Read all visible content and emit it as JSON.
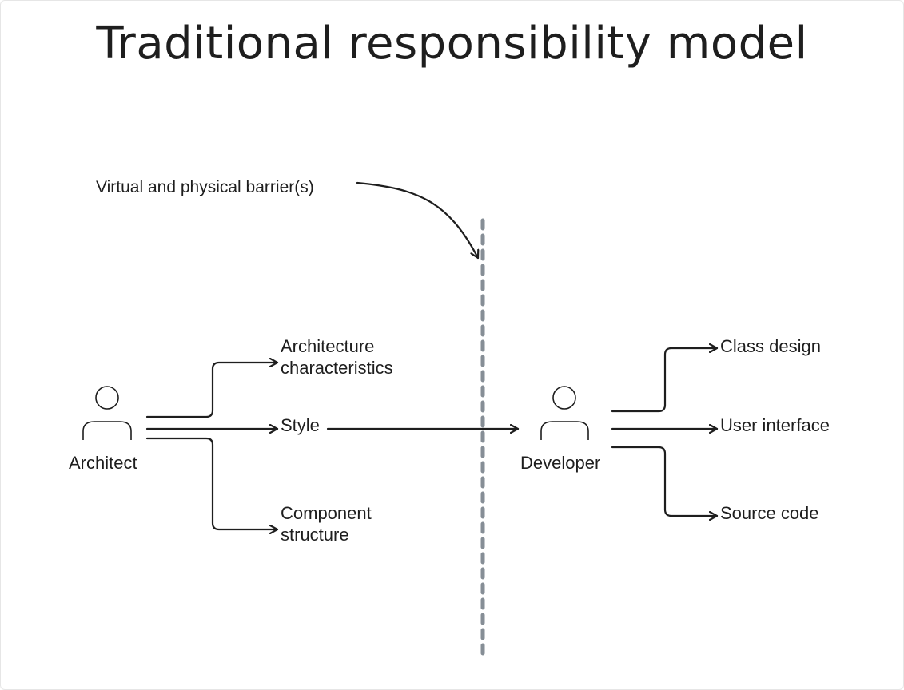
{
  "title": "Traditional responsibility model",
  "annotation": "Virtual and physical barrier(s)",
  "actors": {
    "architect": "Architect",
    "developer": "Developer"
  },
  "architect_items": {
    "characteristics_line1": "Architecture",
    "characteristics_line2": "characteristics",
    "style": "Style",
    "component_line1": "Component",
    "component_line2": "structure"
  },
  "developer_items": {
    "class_design": "Class design",
    "user_interface": "User interface",
    "source_code": "Source code"
  },
  "colors": {
    "stroke": "#1e1e1e",
    "barrier": "#868e96",
    "background": "#ffffff"
  }
}
